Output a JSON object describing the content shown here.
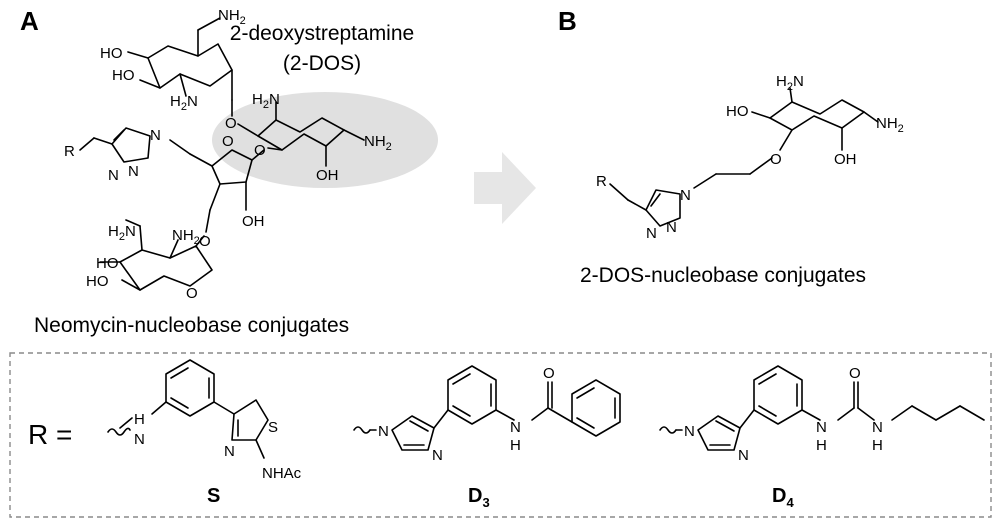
{
  "panels": {
    "a": {
      "letter": "A",
      "highlight_title_line1": "2-deoxystreptamine",
      "highlight_title_line2": "(2-DOS)",
      "caption": "Neomycin-nucleobase conjugates"
    },
    "b": {
      "letter": "B",
      "caption": "2-DOS-nucleobase conjugates"
    }
  },
  "atoms": {
    "nh2": "NH",
    "h2n": "H",
    "ho": "HO",
    "oh": "OH",
    "o": "O",
    "n": "N",
    "r": "R",
    "s": "S",
    "h": "H",
    "nhac": "NHAc",
    "two": "2"
  },
  "r_groups": {
    "prefix": "R =",
    "compounds": [
      {
        "id": "S",
        "sub": ""
      },
      {
        "id": "D",
        "sub": "3"
      },
      {
        "id": "D",
        "sub": "4"
      }
    ]
  },
  "colors": {
    "highlight": "#e0e0e0",
    "arrow": "#e6e6e6",
    "box_border": "#8a8a8a"
  }
}
